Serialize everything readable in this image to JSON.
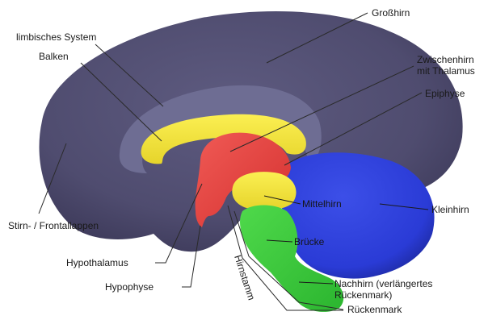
{
  "labels": {
    "grosshirn": "Großhirn",
    "limbisches_system": "limbisches System",
    "balken": "Balken",
    "zwischenhirn_1": "Zwischenhirn",
    "zwischenhirn_2": "mit Thalamus",
    "epiphyse": "Epiphyse",
    "mittelhirn": "Mittelhirn",
    "kleinhirn": "Kleinhirn",
    "stirnlappen": "Stirn- / Frontallappen",
    "bruecke": "Brücke",
    "hypothalamus": "Hypothalamus",
    "hirnstamm": "Hirnstamm",
    "nachhirn_1": "Nachhirn (verlängertes",
    "nachhirn_2": "Rückenmark)",
    "hypophyse": "Hypophyse",
    "rueckenmark": "Rückenmark"
  },
  "colors": {
    "cerebrum": "#4f4c6f",
    "limbic": "#6e6d93",
    "balken": "#f2e33a",
    "zwischenhirn": "#e8403f",
    "mittelhirn": "#d9cf3a",
    "cerebellum": "#2a3bd6",
    "bruecke": "#37c23b",
    "nachhirn": "#3ecf3c"
  }
}
